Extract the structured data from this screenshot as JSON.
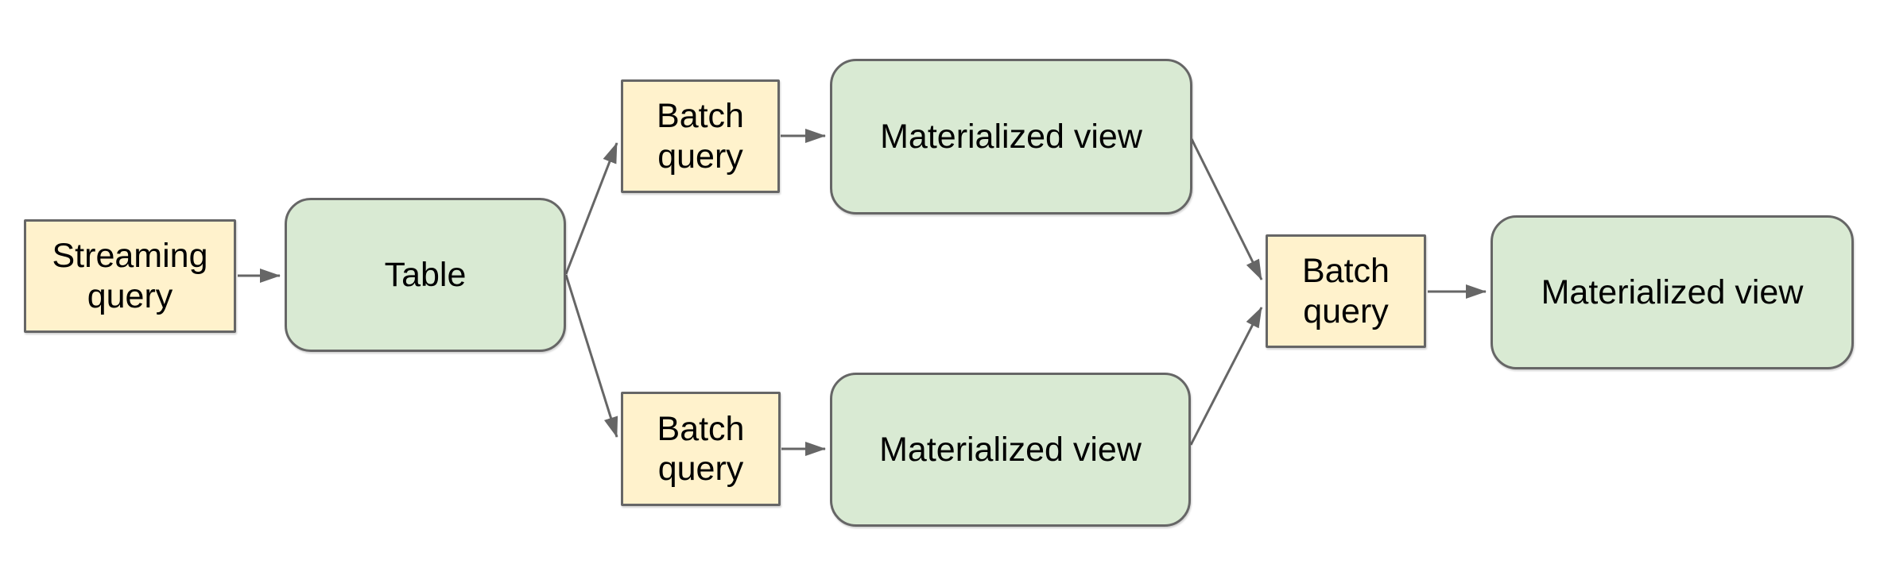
{
  "diagram": {
    "nodes": [
      {
        "id": "streaming-query",
        "label": "Streaming\nquery",
        "shape": "rect",
        "fill": "#fff2cc"
      },
      {
        "id": "table",
        "label": "Table",
        "shape": "rounded",
        "fill": "#d9ead3"
      },
      {
        "id": "batch-query-top",
        "label": "Batch\nquery",
        "shape": "rect",
        "fill": "#fff2cc"
      },
      {
        "id": "materialized-view-top",
        "label": "Materialized view",
        "shape": "rounded",
        "fill": "#d9ead3"
      },
      {
        "id": "batch-query-bottom",
        "label": "Batch\nquery",
        "shape": "rect",
        "fill": "#fff2cc"
      },
      {
        "id": "materialized-view-bottom",
        "label": "Materialized view",
        "shape": "rounded",
        "fill": "#d9ead3"
      },
      {
        "id": "batch-query-right",
        "label": "Batch\nquery",
        "shape": "rect",
        "fill": "#fff2cc"
      },
      {
        "id": "materialized-view-right",
        "label": "Materialized view",
        "shape": "rounded",
        "fill": "#d9ead3"
      }
    ],
    "edges": [
      {
        "from": "streaming-query",
        "to": "table"
      },
      {
        "from": "table",
        "to": "batch-query-top"
      },
      {
        "from": "table",
        "to": "batch-query-bottom"
      },
      {
        "from": "batch-query-top",
        "to": "materialized-view-top"
      },
      {
        "from": "batch-query-bottom",
        "to": "materialized-view-bottom"
      },
      {
        "from": "materialized-view-top",
        "to": "batch-query-right"
      },
      {
        "from": "materialized-view-bottom",
        "to": "batch-query-right"
      },
      {
        "from": "batch-query-right",
        "to": "materialized-view-right"
      }
    ],
    "colors": {
      "query_fill": "#fff2cc",
      "data_fill": "#d9ead3",
      "stroke": "#666666",
      "text": "#000000",
      "background": "#ffffff"
    }
  }
}
